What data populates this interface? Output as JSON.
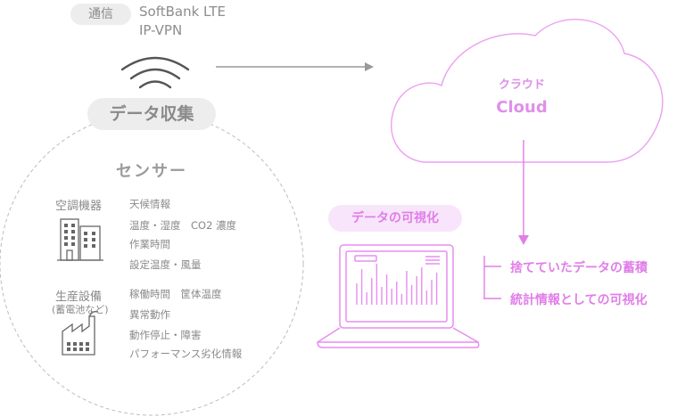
{
  "communication": {
    "label": "通信",
    "line1": "SoftBank LTE",
    "line2": "IP-VPN"
  },
  "collection": {
    "label": "データ収集"
  },
  "sensor": {
    "title": "センサー",
    "categories": [
      {
        "name": "空調機器",
        "sub": "",
        "items": [
          "天候情報",
          "温度・湿度　CO2 濃度",
          "作業時間",
          "設定温度・風量"
        ]
      },
      {
        "name": "生産設備",
        "sub": "(蓄電池など)",
        "items": [
          "稼働時間　筐体温度",
          "異常動作",
          "動作停止・障害",
          "パフォーマンス劣化情報"
        ]
      }
    ]
  },
  "cloud": {
    "label_jp": "クラウド",
    "label_en": "Cloud"
  },
  "visualization": {
    "label": "データの可視化"
  },
  "results": [
    "捨てていたデータの蓄積",
    "統計情報としての可視化"
  ],
  "colors": {
    "accent": "#e07ee8",
    "accent_light": "#f8e5fb",
    "gray": "#8a8a8a"
  }
}
